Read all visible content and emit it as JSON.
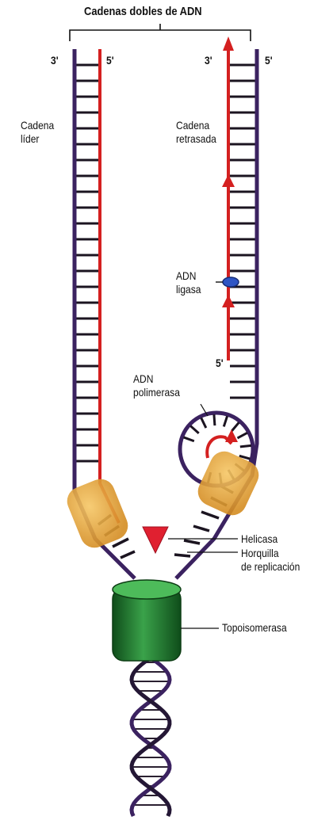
{
  "title": "Cadenas dobles de ADN",
  "labels": {
    "left_3": "3'",
    "left_5": "5'",
    "right_3": "3'",
    "right_5": "5'",
    "lagging_5": "5'",
    "leading_strand_line1": "Cadena",
    "leading_strand_line2": "líder",
    "lagging_strand_line1": "Cadena",
    "lagging_strand_line2": "retrasada",
    "ligase_line1": "ADN",
    "ligase_line2": "ligasa",
    "polymerase_line1": "ADN",
    "polymerase_line2": "polimerasa",
    "helicase": "Helicasa",
    "fork_line1": "Horquilla",
    "fork_line2": "de replicación",
    "topoisomerase": "Topoisomerasa"
  },
  "colors": {
    "parental_strand": "#3b2260",
    "new_strand": "#d42020",
    "rungs": "#1b1420",
    "polymerase": "#e2a43a",
    "helicase": "#e02030",
    "topoisomerase": "#1f7a2e",
    "ligase": "#2f55c4"
  }
}
